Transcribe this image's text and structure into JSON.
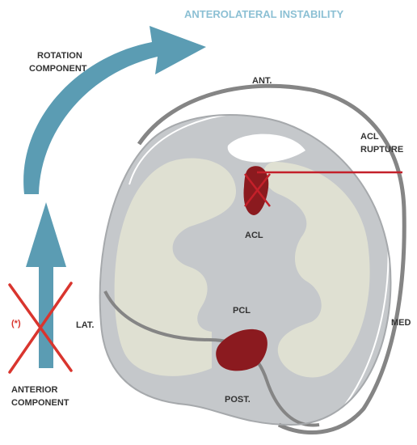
{
  "title": "ANTEROLATERAL INSTABILITY",
  "labels": {
    "rotation_component_line1": "ROTATION",
    "rotation_component_line2": "COMPONENT",
    "anterior_component_line1": "ANTERIOR",
    "anterior_component_line2": "COMPONENT",
    "asterisk": "(*)",
    "ant": "ANT.",
    "post": "POST.",
    "lat": "LAT.",
    "med": "MED",
    "acl": "ACL",
    "pcl": "PCL",
    "acl_rupture_line1": "ACL",
    "acl_rupture_line2": "RUPTURE"
  },
  "colors": {
    "title": "#8cc0d4",
    "arrow": "#5b9cb3",
    "cross": "#d9352e",
    "ligament": "#8b1a1f",
    "rupture_line": "#c4202a",
    "plateau": "#c5c8cb",
    "condyle": "#dfe0d2",
    "intercondylar": "#b7bcc0",
    "outline": "#858585",
    "text": "#333333"
  }
}
